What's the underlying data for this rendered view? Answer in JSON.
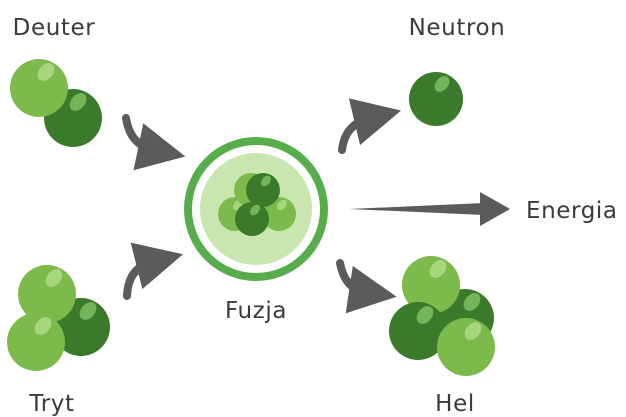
{
  "labels": {
    "deuterium": "Deuter",
    "tritium": "Tryt",
    "fusion": "Fuzja",
    "neutron": "Neutron",
    "energy": "Energia",
    "helium": "Hel"
  },
  "colors": {
    "light_green": "#7cba4c",
    "dark_green": "#3c7a2b",
    "arrow": "#5b5b5b",
    "label_text": "#3a3a3a",
    "fusion_ring": "#57ad4c",
    "fusion_fill": "#c9e5b0"
  }
}
